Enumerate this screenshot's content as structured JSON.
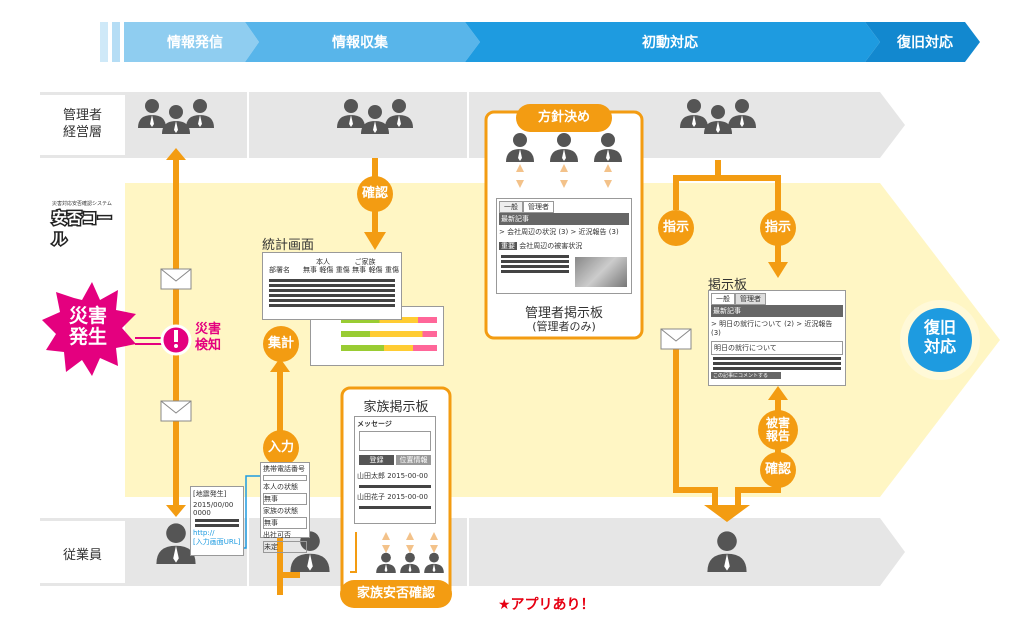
{
  "phases": [
    "情報発信",
    "情報収集",
    "初動対応",
    "復旧対応"
  ],
  "rows": {
    "manager": "管理者\n経営層",
    "employee": "従業員"
  },
  "logo": "安否コール",
  "logo_sub": "災害対応安否確認システム",
  "disaster": "災害\n発生",
  "detection": "災害\n検知",
  "labels": {
    "confirm": "確認",
    "stats_screen": "統計画面",
    "aggregate": "集計",
    "input": "入力",
    "policy": "方針決め",
    "mgr_board": "管理者掲示板",
    "mgr_board_sub": "(管理者のみ)",
    "family_board": "家族掲示板",
    "family_confirm": "家族安否確認",
    "instruct1": "指示",
    "instruct2": "指示",
    "board": "掲示板",
    "damage_report": "被害\n報告",
    "confirm2": "確認",
    "recovery": "復旧\n対応",
    "app": "★アプリあり！"
  },
  "stats_card": {
    "col1": "部署名",
    "col2": "本人",
    "col3": "ご家族",
    "sub": [
      "無事",
      "軽傷",
      "重傷",
      "無事",
      "軽傷",
      "重傷"
    ]
  },
  "mail_card": {
    "title": "[地震発生]",
    "date": "2015/00/00 0000",
    "link": "http://\n[入力画面URL]"
  },
  "input_card": {
    "f1": "携帯電話番号",
    "f2": "本人の状態",
    "v2": "無事",
    "f3": "家族の状態",
    "v3": "無事",
    "f4": "出社可否",
    "v4": "未定"
  },
  "mgr_card": {
    "tab1": "一般",
    "tab2": "管理者",
    "latest": "最新記事",
    "l1": "> 会社周辺の状況 (3)  > 近況報告 (3)",
    "badge": "重要",
    "l2": "会社周辺の被害状況"
  },
  "family_card": {
    "msg": "メッセージ",
    "btn1": "登録",
    "btn2": "位置情報",
    "e1": "山田太郎  2015-00-00",
    "e2": "山田花子  2015-00-00"
  },
  "board_card": {
    "tab1": "一般",
    "tab2": "管理者",
    "latest": "最新記事",
    "l1": "> 明日の就行について (2)  > 近況報告 (3)",
    "l2": "明日の就行について",
    "btn": "この記事にコメントする"
  },
  "colors": {
    "orange": "#f39c12",
    "pink": "#e4007f",
    "blue": "#1e9be0",
    "yellow": "#fff6c4"
  }
}
